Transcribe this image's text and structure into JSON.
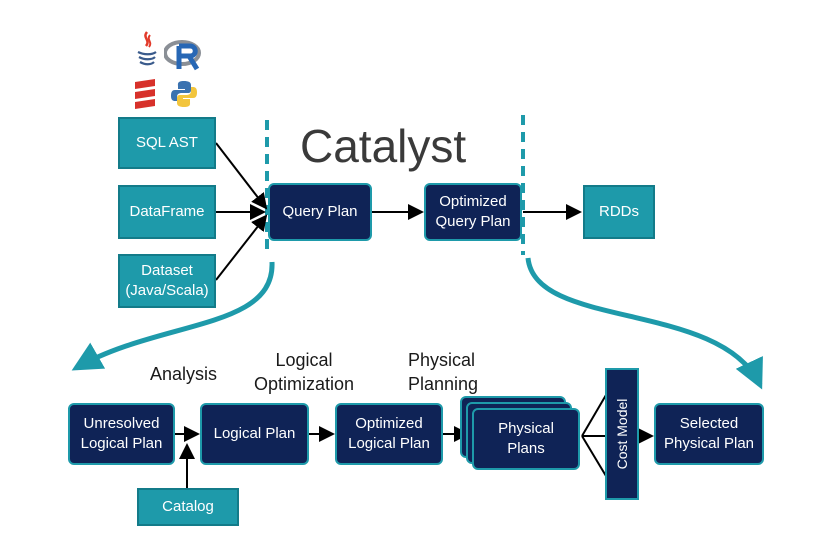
{
  "title": "Catalyst",
  "inputs": {
    "sql_ast": "SQL AST",
    "dataframe": "DataFrame",
    "dataset": "Dataset\n(Java/Scala)"
  },
  "top": {
    "query_plan": "Query Plan",
    "optimized_query_plan": "Optimized\nQuery Plan",
    "rdds": "RDDs"
  },
  "phases": {
    "analysis": "Analysis",
    "logical_optimization": "Logical\nOptimization",
    "physical_planning": "Physical\nPlanning"
  },
  "bottom": {
    "unresolved_logical_plan": "Unresolved\nLogical Plan",
    "logical_plan": "Logical Plan",
    "optimized_logical_plan": "Optimized\nLogical Plan",
    "physical_plans": "Physical\nPlans",
    "cost_model": "Cost Model",
    "selected_physical_plan": "Selected\nPhysical Plan",
    "catalog": "Catalog"
  },
  "icons": [
    "java-icon",
    "r-icon",
    "scala-icon",
    "python-icon"
  ],
  "colors": {
    "teal": "#1e9aaa",
    "navy": "#0f2356",
    "arrow": "#000000",
    "dashed": "#1e9aaa"
  }
}
